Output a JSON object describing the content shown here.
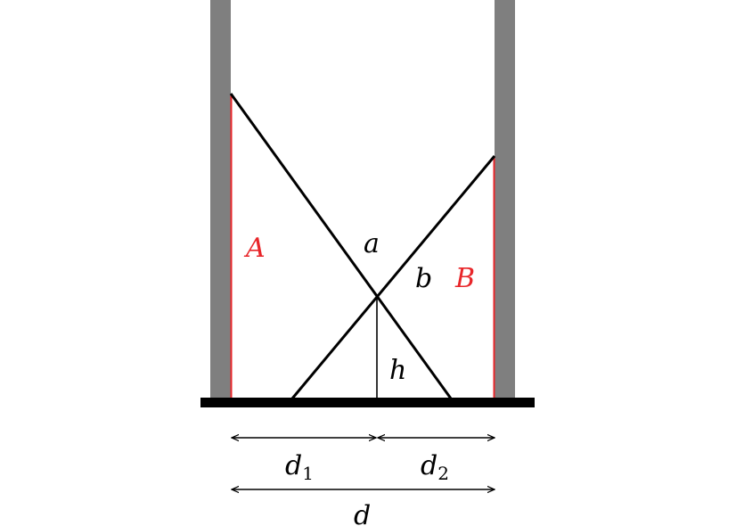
{
  "labels": {
    "A": "A",
    "B": "B",
    "a": "a",
    "b": "b",
    "h": "h",
    "d1_main": "d",
    "d1_sub": "1",
    "d2_main": "d",
    "d2_sub": "2",
    "d": "d"
  },
  "colors": {
    "wall": "#7f7f7f",
    "ground": "#000000",
    "height_marker": "#e8262a",
    "line": "#000000",
    "label_red": "#e8262a"
  }
}
